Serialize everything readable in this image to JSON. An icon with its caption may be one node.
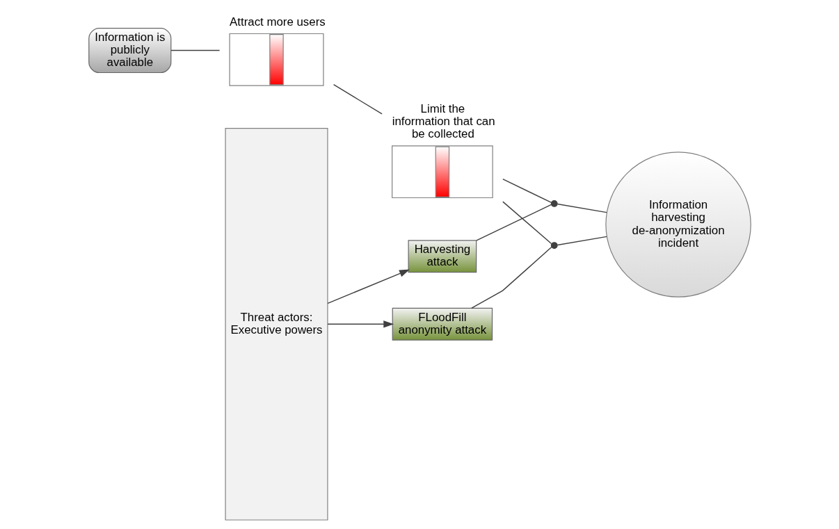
{
  "diagram": {
    "nodes": [
      {
        "text": [
          "Threat actors: Executive powers"
        ]
      },
      {
        "text": [
          "Harvesting attack"
        ]
      },
      {
        "text": [
          "Information is publicly available"
        ]
      },
      {
        "text": [
          "FLoodFill anonymity attack"
        ]
      },
      {
        "text": [
          "Attract more users"
        ]
      },
      {
        "text": [
          "Limit the information that can be collected"
        ]
      },
      {
        "text": [],
        "shape": "circle"
      },
      {
        "text": [],
        "shape": "circle"
      },
      {
        "text": [
          "Information harvesting de-anonymization incident"
        ]
      }
    ],
    "edges": [
      {
        "from": 0,
        "to": 1,
        "arrow": "to"
      },
      {
        "from": 0,
        "to": 3,
        "arrow": "to"
      },
      {
        "from": 1,
        "to": 6,
        "arrow": "none"
      },
      {
        "from": 2,
        "to": 4,
        "arrow": "none"
      },
      {
        "from": 4,
        "to": 5,
        "arrow": "none"
      },
      {
        "from": 5,
        "to": 6,
        "arrow": "none"
      },
      {
        "from": 5,
        "to": 7,
        "arrow": "none"
      },
      {
        "from": 3,
        "to": 7,
        "arrow": "none"
      },
      {
        "from": 6,
        "to": 8,
        "arrow": "none"
      },
      {
        "from": 7,
        "to": 8,
        "arrow": "none"
      }
    ]
  }
}
